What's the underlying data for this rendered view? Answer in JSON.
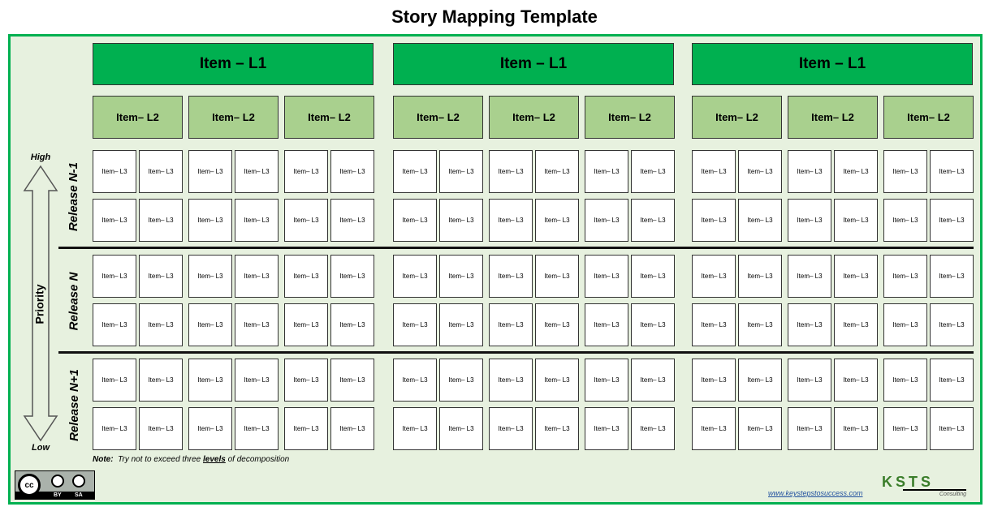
{
  "title": "Story Mapping Template",
  "level1_label": "Item – L1",
  "level2_label": "Item– L2",
  "level3_label": "Item– L3",
  "releases": [
    "Release N-1",
    "Release N",
    "Release N+1"
  ],
  "priority": {
    "label": "Priority",
    "high": "High",
    "low": "Low"
  },
  "note": {
    "head": "Note:",
    "text_before": "Try not to exceed three",
    "emphasis": "levels",
    "text_after": "of decomposition"
  },
  "license": {
    "cc": "cc",
    "by": "BY",
    "sa": "SA"
  },
  "footer": {
    "website": "www.keystepstosuccess.com",
    "logo_letters": "KSTS",
    "logo_sub": "Consulting"
  },
  "colors": {
    "frame_border": "#00b050",
    "background": "#e7f1df",
    "level1": "#00b050",
    "level2": "#a9d08e",
    "level3": "#ffffff"
  }
}
